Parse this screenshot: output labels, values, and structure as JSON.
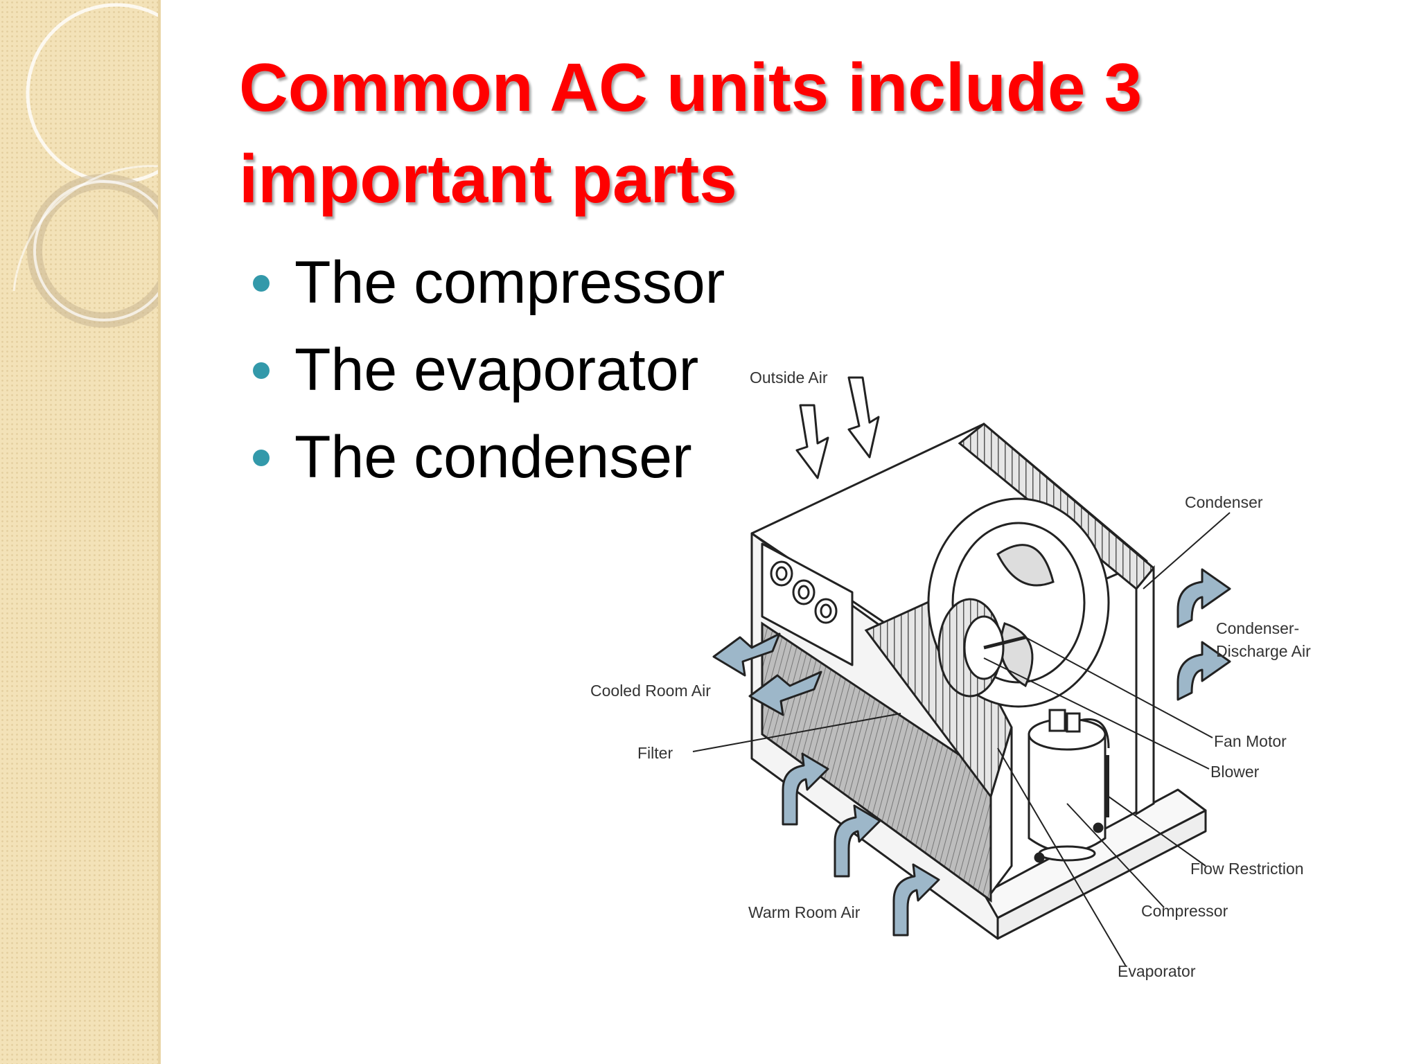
{
  "slide": {
    "title": "Common AC units include 3 important parts",
    "bullets": [
      "The compressor",
      "The evaporator",
      "The condenser"
    ]
  },
  "diagram": {
    "labels": {
      "outside_air": "Outside Air",
      "condenser": "Condenser",
      "condenser_discharge_1": "Condenser-",
      "condenser_discharge_2": "Discharge Air",
      "fan_motor": "Fan Motor",
      "blower": "Blower",
      "flow_restriction": "Flow Restriction",
      "compressor": "Compressor",
      "evaporator": "Evaporator",
      "warm_room_air": "Warm Room Air",
      "cooled_room_air": "Cooled Room Air",
      "filter": "Filter"
    }
  },
  "colors": {
    "title": "#ff0000",
    "bullet": "#3399aa",
    "side_panel": "#f3e2b8",
    "arrow_fill": "#9db7c9"
  }
}
